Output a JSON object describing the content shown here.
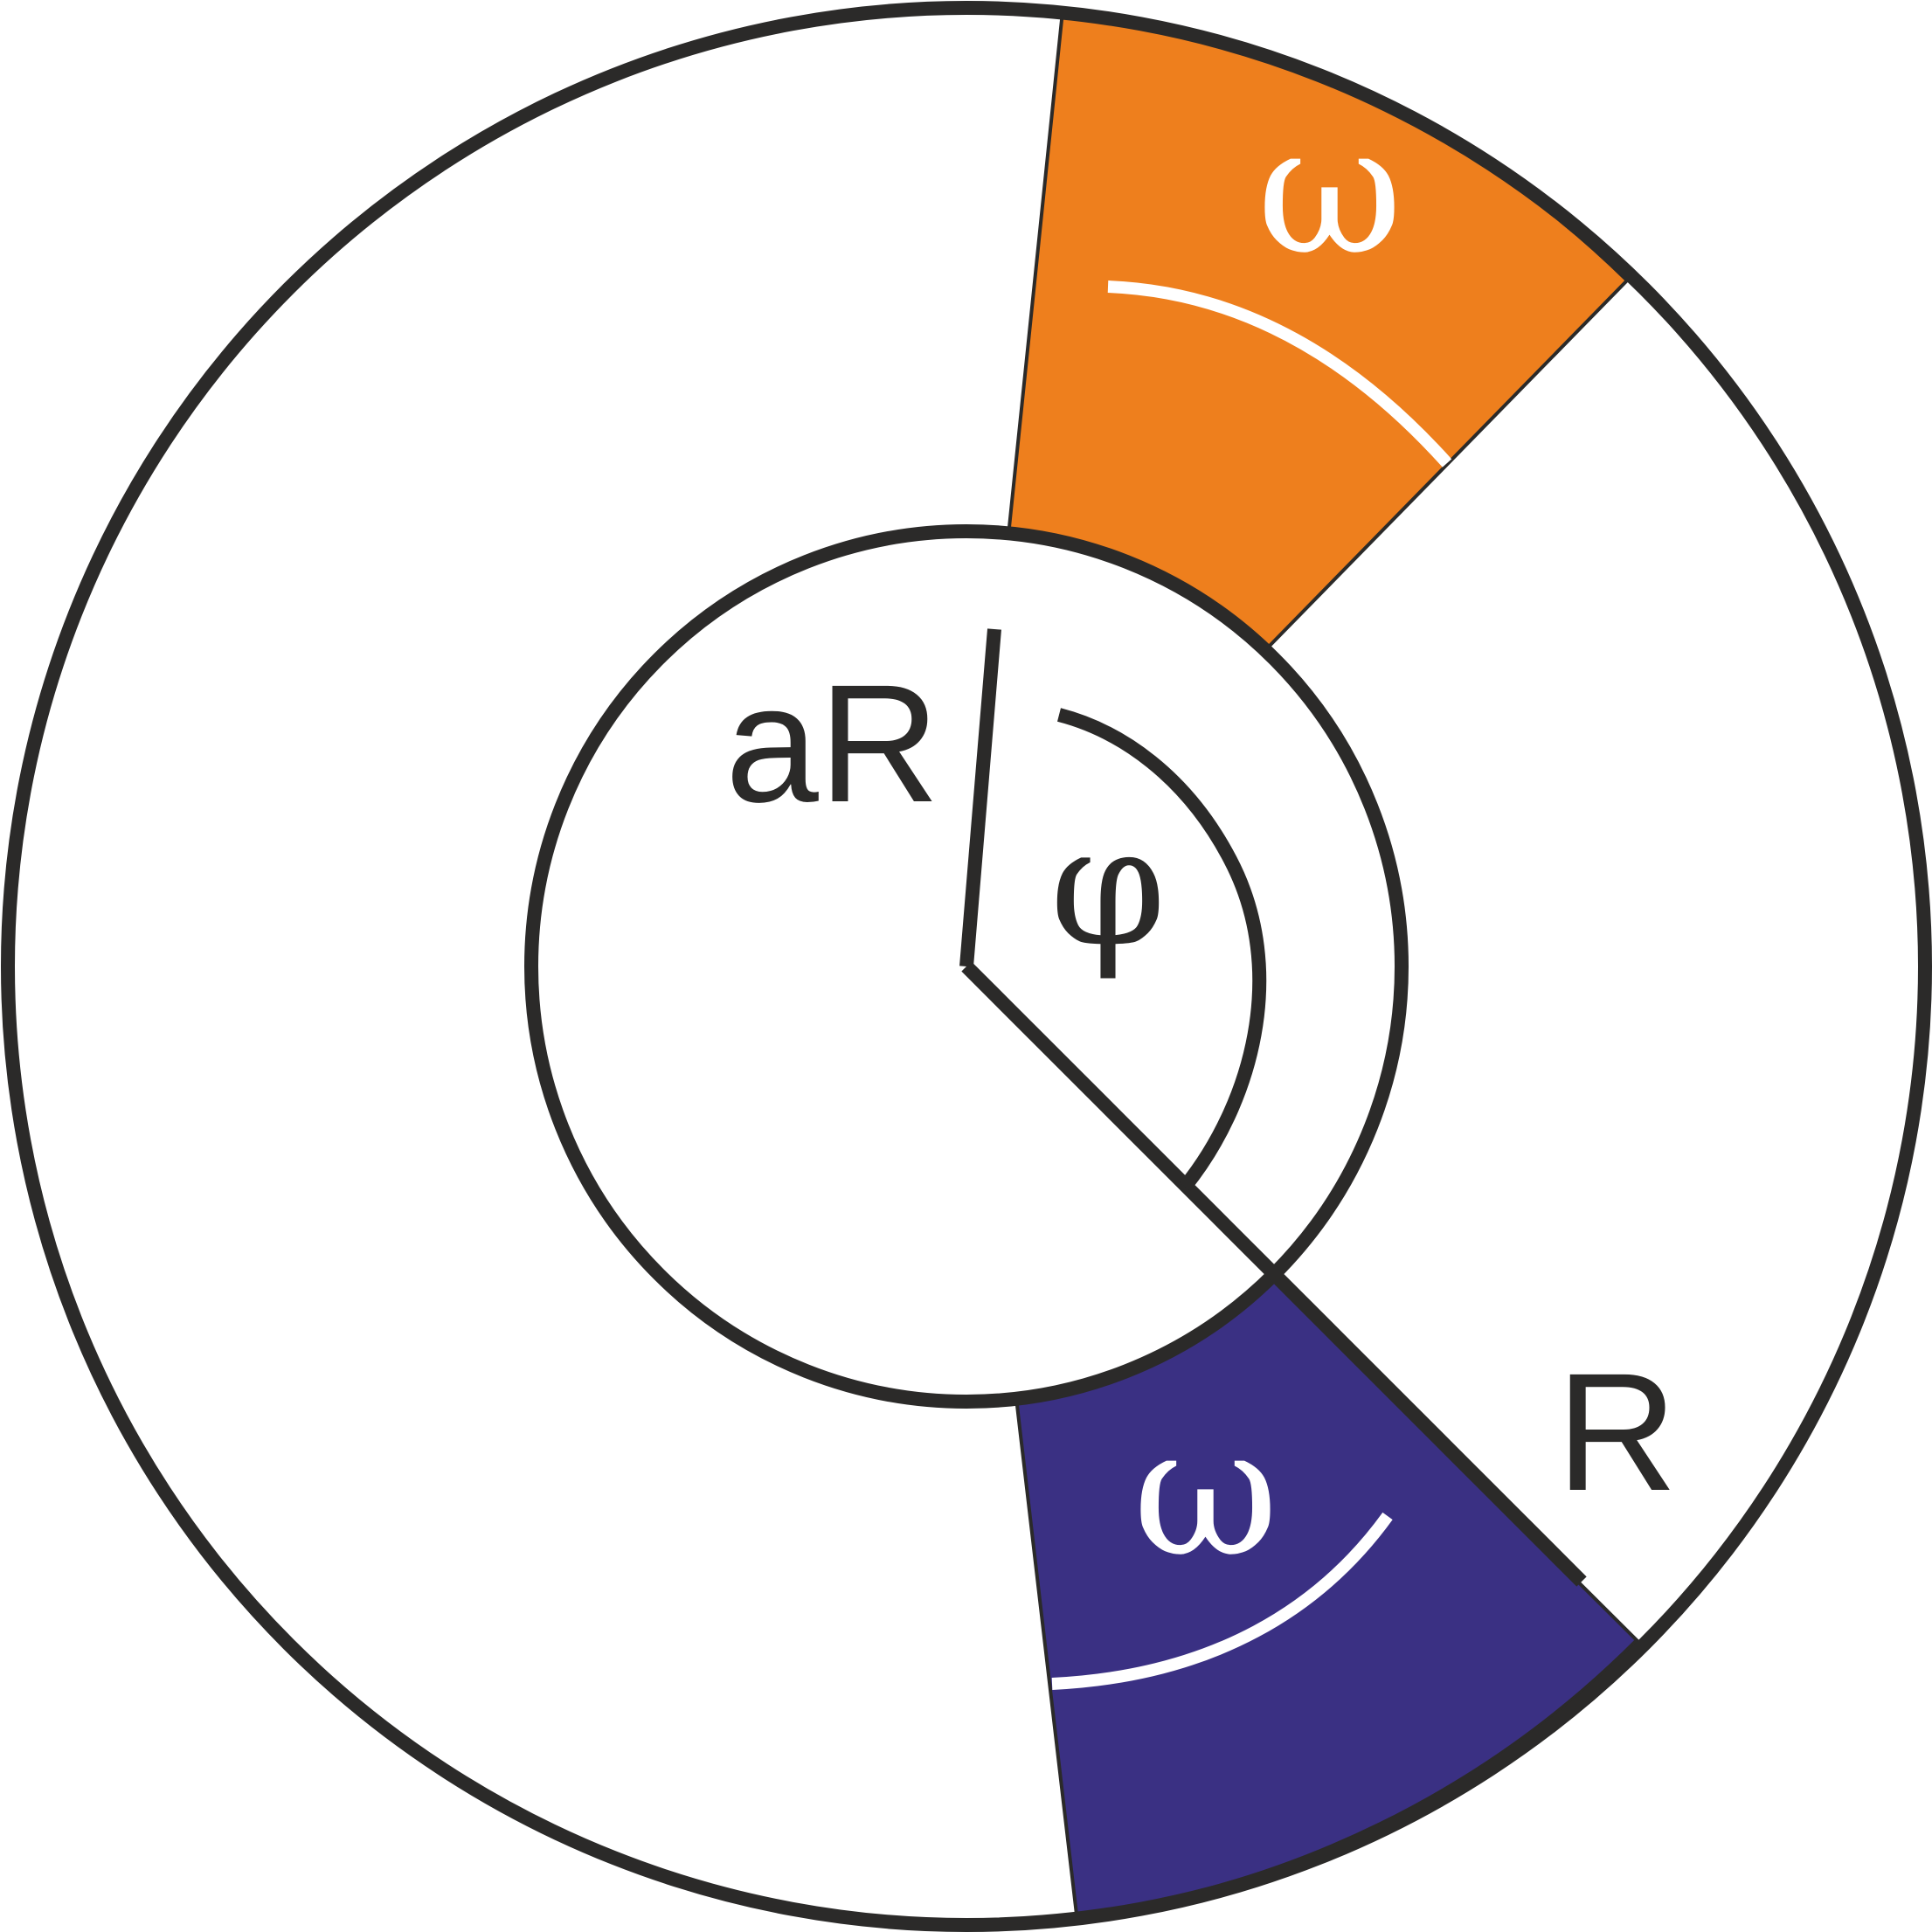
{
  "labels": {
    "inner_radius": "aR",
    "outer_radius": "R",
    "angle": "φ",
    "omega_top": "ω",
    "omega_bottom": "ω"
  },
  "colors": {
    "stroke": "#2b2a29",
    "sector_top": "#ee7f1d",
    "sector_bottom": "#3a3083",
    "arrow_white": "#ffffff",
    "background": "#ffffff"
  },
  "icons": {
    "rotation_arrow_top": "curved-arrow-left",
    "rotation_arrow_bottom": "curved-arrow-up-right",
    "angle_arrow": "curved-arrow-ccw",
    "radius_arrow": "straight-arrow"
  }
}
